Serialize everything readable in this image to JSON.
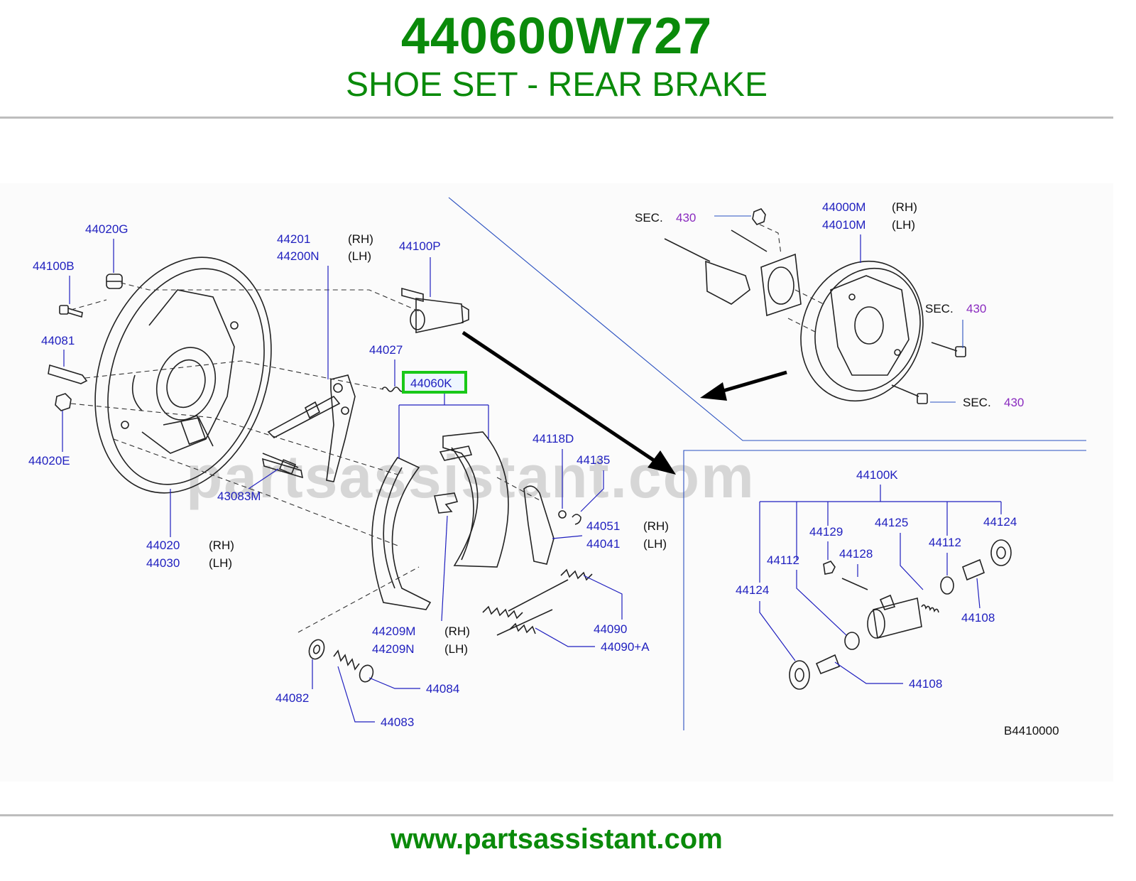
{
  "header": {
    "part_number": "440600W727",
    "description": "SHOE SET - REAR BRAKE"
  },
  "footer": {
    "url": "www.partsassistant.com"
  },
  "watermark": "partsassistant.com",
  "diagram_code": "B4410000",
  "colors": {
    "title_green": "#0a8a0a",
    "label_blue": "#1f1fbf",
    "section_purple": "#8a2bbf",
    "highlight_green": "#19c819"
  },
  "callouts": {
    "p44020G": "44020G",
    "p44100B": "44100B",
    "p44081": "44081",
    "p44020E": "44020E",
    "p44201": "44201",
    "p44201_side": "(RH)",
    "p44200N": "44200N",
    "p44200N_side": "(LH)",
    "p44100P": "44100P",
    "p44027": "44027",
    "p44060K": "44060K",
    "p43083M": "43083M",
    "p44020": "44020",
    "p44020_side": "(RH)",
    "p44030": "44030",
    "p44030_side": "(LH)",
    "p44118D": "44118D",
    "p44135": "44135",
    "p44051": "44051",
    "p44051_side": "(RH)",
    "p44041": "44041",
    "p44041_side": "(LH)",
    "p44090": "44090",
    "p44090A": "44090+A",
    "p44209M": "44209M",
    "p44209M_side": "(RH)",
    "p44209N": "44209N",
    "p44209N_side": "(LH)",
    "p44082": "44082",
    "p44084": "44084",
    "p44083": "44083",
    "p44000M": "44000M",
    "p44000M_side": "(RH)",
    "p44010M": "44010M",
    "p44010M_side": "(LH)",
    "p44100K": "44100K",
    "p44129": "44129",
    "p44125": "44125",
    "p44124_r": "44124",
    "p44112_r": "44112",
    "p44112_l": "44112",
    "p44128": "44128",
    "p44124_l": "44124",
    "p44108_r": "44108",
    "p44108_b": "44108"
  },
  "sections": {
    "sec_word": "SEC.",
    "sec_number": "430"
  }
}
